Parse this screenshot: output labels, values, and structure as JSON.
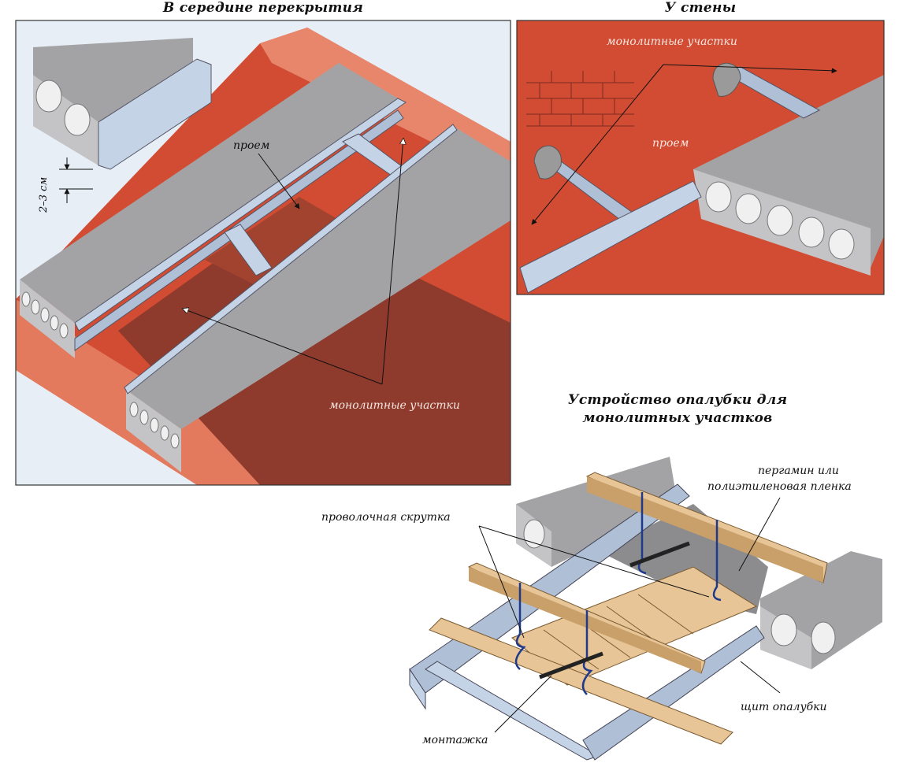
{
  "titles": {
    "middle": "В середине перекрытия",
    "wall": "У стены",
    "formwork_line1": "Устройство опалубки для",
    "formwork_line2": "монолитных участков"
  },
  "labels": {
    "gap": "2–3 см",
    "opening_left": "проем",
    "monolithic_left": "монолитные участки",
    "monolithic_right": "монолитные участки",
    "opening_right": "проем",
    "membrane_line1": "пергамин или",
    "membrane_line2": "полиэтиленовая пленка",
    "wire_twist": "проволочная скрутка",
    "formwork_panel": "щит опалубки",
    "pry_bar": "монтажка"
  },
  "colors": {
    "brick": "#d24c33",
    "brick_light": "#e8866c",
    "brick_dark": "#8e3a2c",
    "concrete": "#a3a3a6",
    "concrete_light": "#c4c4c6",
    "steel": "#aebfd6",
    "wood": "#e8c597",
    "wire": "#1f3a8a"
  }
}
